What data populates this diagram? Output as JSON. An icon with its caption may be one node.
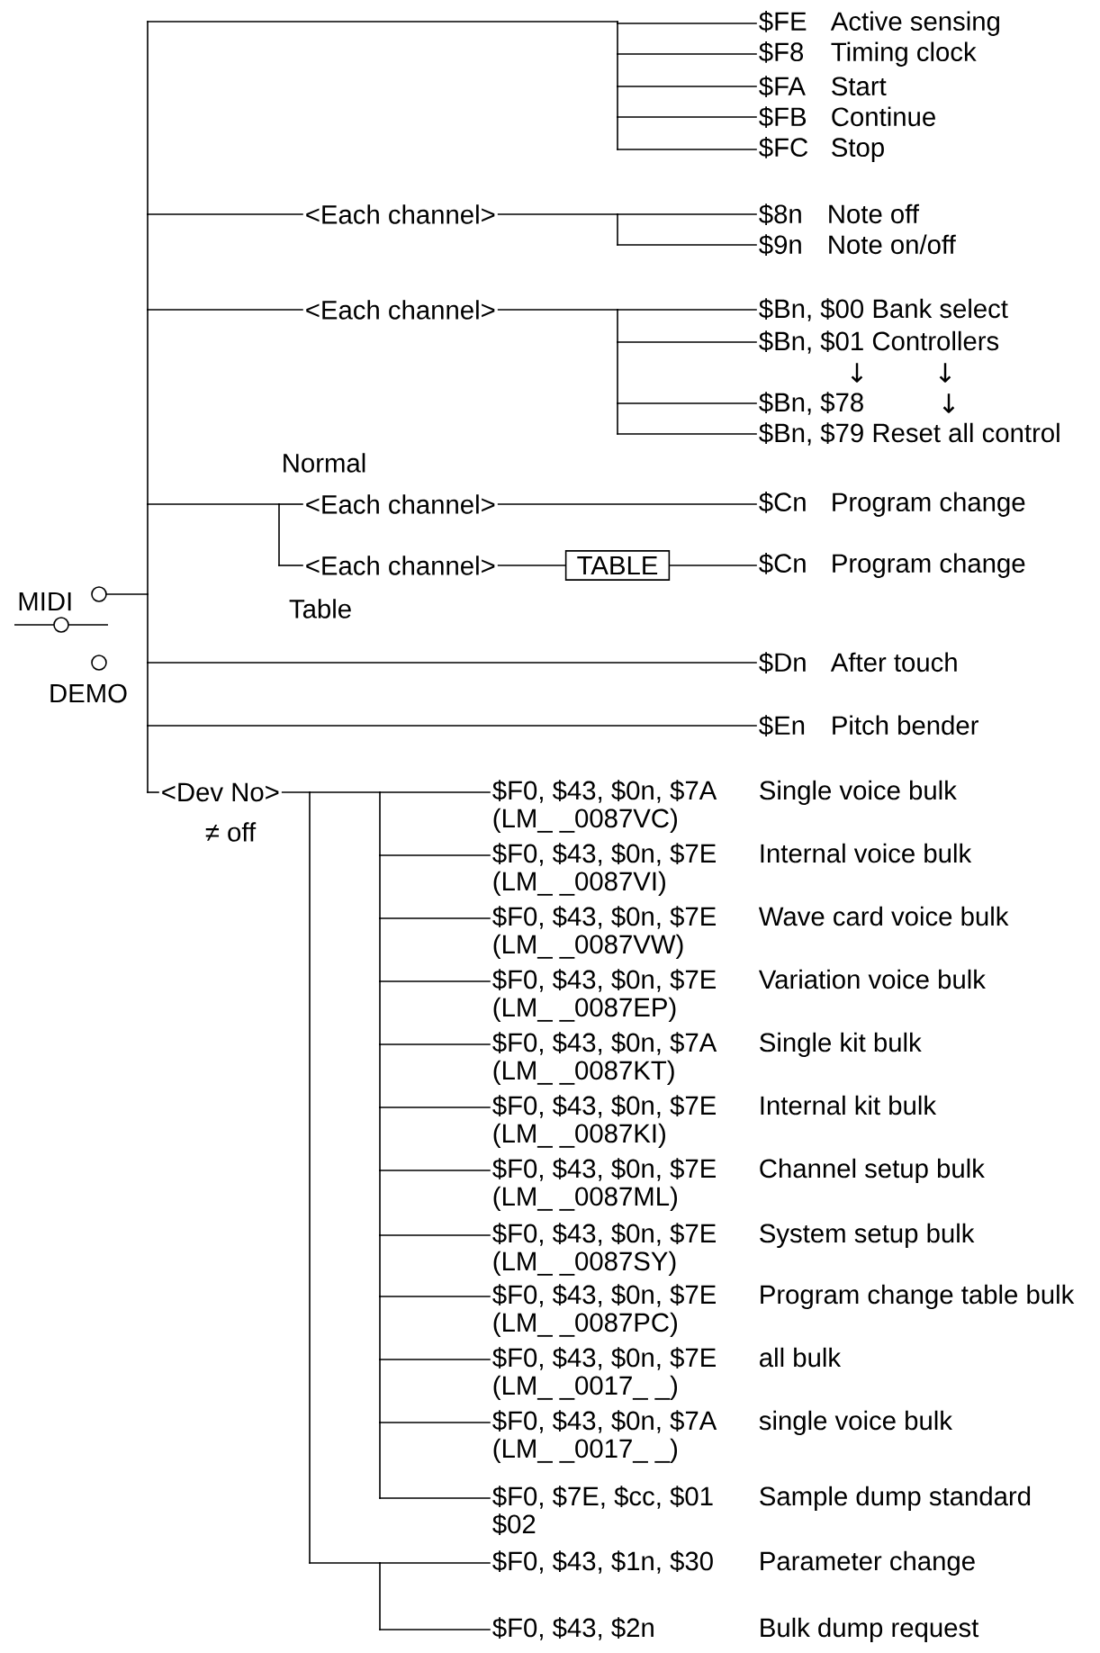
{
  "diagram": {
    "nodes": [
      {
        "text": [],
        "shape": "circle",
        "beside": [
          "MIDI"
        ]
      },
      {
        "text": [
          "$FE",
          "Active sensing"
        ]
      },
      {
        "text": [
          "$F8",
          "Timing clock"
        ]
      },
      {
        "text": [
          "$FA",
          "Start"
        ]
      },
      {
        "text": [
          "$FB",
          "Continue"
        ]
      },
      {
        "text": [
          "$FC",
          "Stop"
        ]
      },
      {
        "text": [
          "<Each channel>"
        ]
      },
      {
        "text": [
          "$8n",
          "Note off"
        ]
      },
      {
        "text": [
          "$9n",
          "Note on/off"
        ]
      },
      {
        "text": [
          "<Each channel>"
        ]
      },
      {
        "text": [
          "$Bn, $00",
          "Bank select"
        ]
      },
      {
        "text": [
          "$Bn, $01",
          "Controllers"
        ]
      },
      {
        "text": [
          "$Bn, $78"
        ]
      },
      {
        "text": [
          "$Bn, $79",
          "Reset all control"
        ]
      },
      {
        "text": [
          "<Each channel>"
        ]
      },
      {
        "text": [
          "$Cn",
          "Program change"
        ]
      },
      {
        "text": [
          "<Each channel>"
        ]
      },
      {
        "text": [
          "TABLE"
        ]
      },
      {
        "text": [
          "$Cn",
          "Program change"
        ]
      },
      {
        "text": [
          "$Dn",
          "After touch"
        ]
      },
      {
        "text": [
          "$En",
          "Pitch bender"
        ]
      },
      {
        "text": [
          "<Dev No>"
        ]
      },
      {
        "text": [
          "$F0, $43, $0n, $7A (LM_ _0087VC)",
          "Single voice bulk"
        ]
      },
      {
        "text": [
          "$F0, $43, $0n, $7E (LM_ _0087VI)",
          "Internal voice bulk"
        ]
      },
      {
        "text": [
          "$F0, $43, $0n, $7E (LM_ _0087VW)",
          "Wave card voice bulk"
        ]
      },
      {
        "text": [
          "$F0, $43, $0n, $7E (LM_ _0087EP)",
          "Variation voice bulk"
        ]
      },
      {
        "text": [
          "$F0, $43, $0n, $7A (LM_ _0087KT)",
          "Single kit bulk"
        ]
      },
      {
        "text": [
          "$F0, $43, $0n, $7E (LM_ _0087KI)",
          "Internal kit bulk"
        ]
      },
      {
        "text": [
          "$F0, $43, $0n, $7E (LM_ _0087ML)",
          "Channel setup bulk"
        ]
      },
      {
        "text": [
          "$F0, $43, $0n, $7E (LM_ _0087SY)",
          "System setup bulk"
        ]
      },
      {
        "text": [
          "$F0, $43, $0n, $7E (LM_ _0087PC)",
          "Program change table bulk"
        ]
      },
      {
        "text": [
          "$F0, $43, $0n, $7E (LM_ _0017_ _)",
          "all bulk"
        ]
      },
      {
        "text": [
          "$F0, $43, $0n, $7A (LM_ _0017_ _)",
          "single voice bulk"
        ]
      },
      {
        "text": [
          "$F0, $7E, $cc, $01 $02",
          "Sample dump standard"
        ]
      },
      {
        "text": [
          "$F0, $43, $1n, $30",
          "Parameter change"
        ]
      },
      {
        "text": [
          "$F0, $43, $2n",
          "Bulk dump request"
        ]
      }
    ],
    "edges": [
      {
        "from": 0,
        "to": 1,
        "arrow": "none"
      },
      {
        "from": 0,
        "to": 2,
        "arrow": "none"
      },
      {
        "from": 0,
        "to": 3,
        "arrow": "none"
      },
      {
        "from": 0,
        "to": 4,
        "arrow": "none"
      },
      {
        "from": 0,
        "to": 5,
        "arrow": "none"
      },
      {
        "from": 0,
        "to": 6,
        "arrow": "none"
      },
      {
        "from": 6,
        "to": 7,
        "arrow": "none"
      },
      {
        "from": 6,
        "to": 8,
        "arrow": "none"
      },
      {
        "from": 0,
        "to": 9,
        "arrow": "none"
      },
      {
        "from": 9,
        "to": 10,
        "arrow": "none"
      },
      {
        "from": 9,
        "to": 11,
        "arrow": "none"
      },
      {
        "from": 9,
        "to": 12,
        "arrow": "none"
      },
      {
        "from": 9,
        "to": 13,
        "arrow": "none"
      },
      {
        "from": 0,
        "to": 14,
        "arrow": "none"
      },
      {
        "from": 14,
        "to": 15,
        "arrow": "none"
      },
      {
        "from": 0,
        "to": 16,
        "arrow": "none"
      },
      {
        "from": 16,
        "to": 17,
        "arrow": "none"
      },
      {
        "from": 17,
        "to": 18,
        "arrow": "none"
      },
      {
        "from": 0,
        "to": 19,
        "arrow": "none"
      },
      {
        "from": 0,
        "to": 20,
        "arrow": "none"
      },
      {
        "from": 0,
        "to": 21,
        "arrow": "none"
      },
      {
        "from": 21,
        "to": 22,
        "arrow": "none"
      },
      {
        "from": 21,
        "to": 23,
        "arrow": "none"
      },
      {
        "from": 21,
        "to": 24,
        "arrow": "none"
      },
      {
        "from": 21,
        "to": 25,
        "arrow": "none"
      },
      {
        "from": 21,
        "to": 26,
        "arrow": "none"
      },
      {
        "from": 21,
        "to": 27,
        "arrow": "none"
      },
      {
        "from": 21,
        "to": 28,
        "arrow": "none"
      },
      {
        "from": 21,
        "to": 29,
        "arrow": "none"
      },
      {
        "from": 21,
        "to": 30,
        "arrow": "none"
      },
      {
        "from": 21,
        "to": 31,
        "arrow": "none"
      },
      {
        "from": 21,
        "to": 32,
        "arrow": "none"
      },
      {
        "from": 21,
        "to": 33,
        "arrow": "none"
      },
      {
        "from": 21,
        "to": 34,
        "arrow": "none"
      },
      {
        "from": 21,
        "to": 35,
        "arrow": "none"
      }
    ],
    "labels": [
      "↓",
      "↓",
      "↓",
      "Normal",
      "Table",
      "DEMO",
      "≠ off"
    ]
  }
}
